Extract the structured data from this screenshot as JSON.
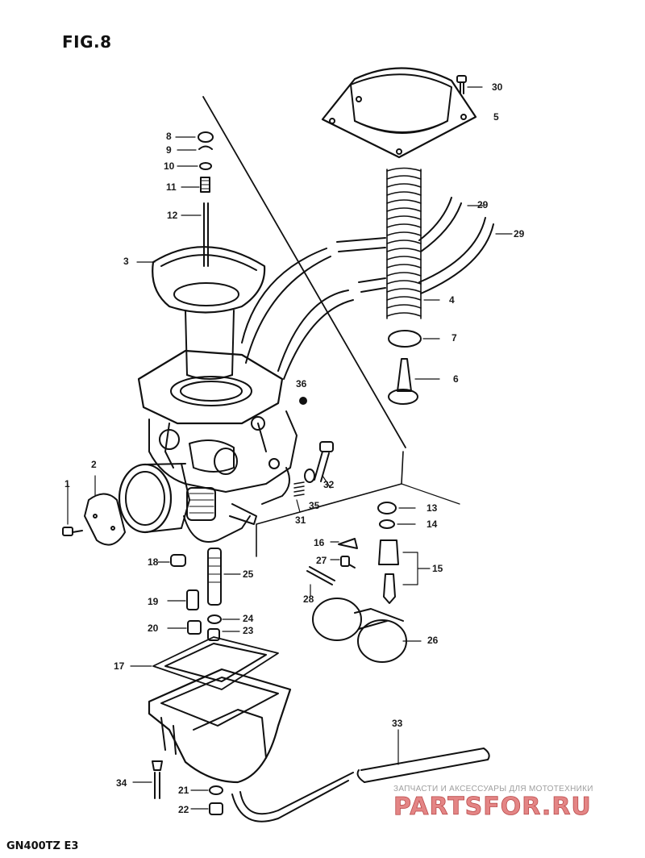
{
  "figure_title": "FIG.8",
  "model_code": "GN400TZ E3",
  "watermark": {
    "tagline": "ЗАПЧАСТИ И АКСЕССУАРЫ ДЛЯ МОТОТЕХНИКИ",
    "logo_text": "PARTSFOR.RU",
    "logo_color": "#e06060"
  },
  "callouts": [
    "1",
    "2",
    "3",
    "4",
    "5",
    "6",
    "7",
    "8",
    "9",
    "10",
    "11",
    "12",
    "13",
    "14",
    "15",
    "16",
    "17",
    "18",
    "19",
    "20",
    "21",
    "22",
    "23",
    "24",
    "25",
    "26",
    "27",
    "28",
    "29",
    "29",
    "30",
    "31",
    "32",
    "33",
    "34",
    "35",
    "36"
  ]
}
